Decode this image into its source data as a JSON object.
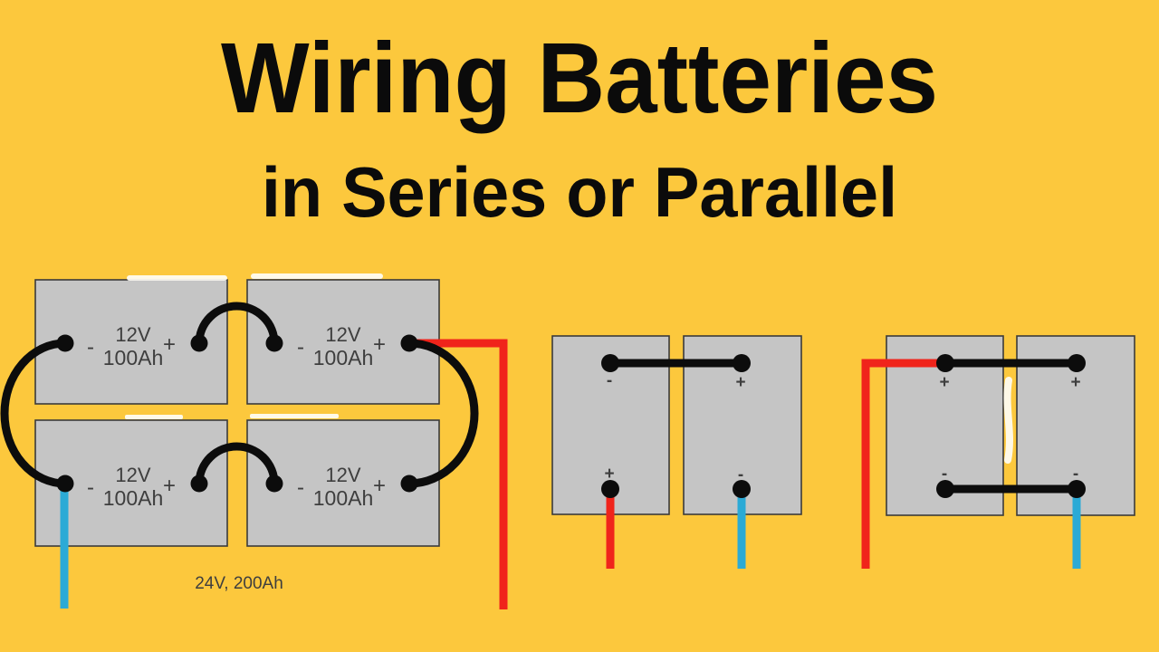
{
  "title": "Wiring Batteries",
  "subtitle": "in Series or Parallel",
  "banks": {
    "series_parallel": {
      "output_label": "24V, 200Ah",
      "batteries": [
        {
          "voltage": "12V",
          "capacity": "100Ah",
          "negative_sign": "-",
          "positive_sign": "+"
        },
        {
          "voltage": "12V",
          "capacity": "100Ah",
          "negative_sign": "-",
          "positive_sign": "+"
        },
        {
          "voltage": "12V",
          "capacity": "100Ah",
          "negative_sign": "-",
          "positive_sign": "+"
        },
        {
          "voltage": "12V",
          "capacity": "100Ah",
          "negative_sign": "-",
          "positive_sign": "+"
        }
      ]
    },
    "series": {
      "terminal_signs": {
        "left_top": "-",
        "right_top": "+",
        "left_bottom": "+",
        "right_bottom": "-"
      }
    },
    "parallel": {
      "terminal_signs": {
        "left_top": "+",
        "right_top": "+",
        "left_bottom": "-",
        "right_bottom": "-"
      }
    }
  },
  "colors": {
    "background": "#FCC83D",
    "battery_fill": "#C5C5C5",
    "battery_border": "#3B3B3B",
    "black_wire": "#0C0C0C",
    "positive_wire_red": "#F0241B",
    "negative_wire_cyan": "#2BAAD6",
    "label_text": "#3E3E3E",
    "title_text": "#0B0B0B"
  }
}
